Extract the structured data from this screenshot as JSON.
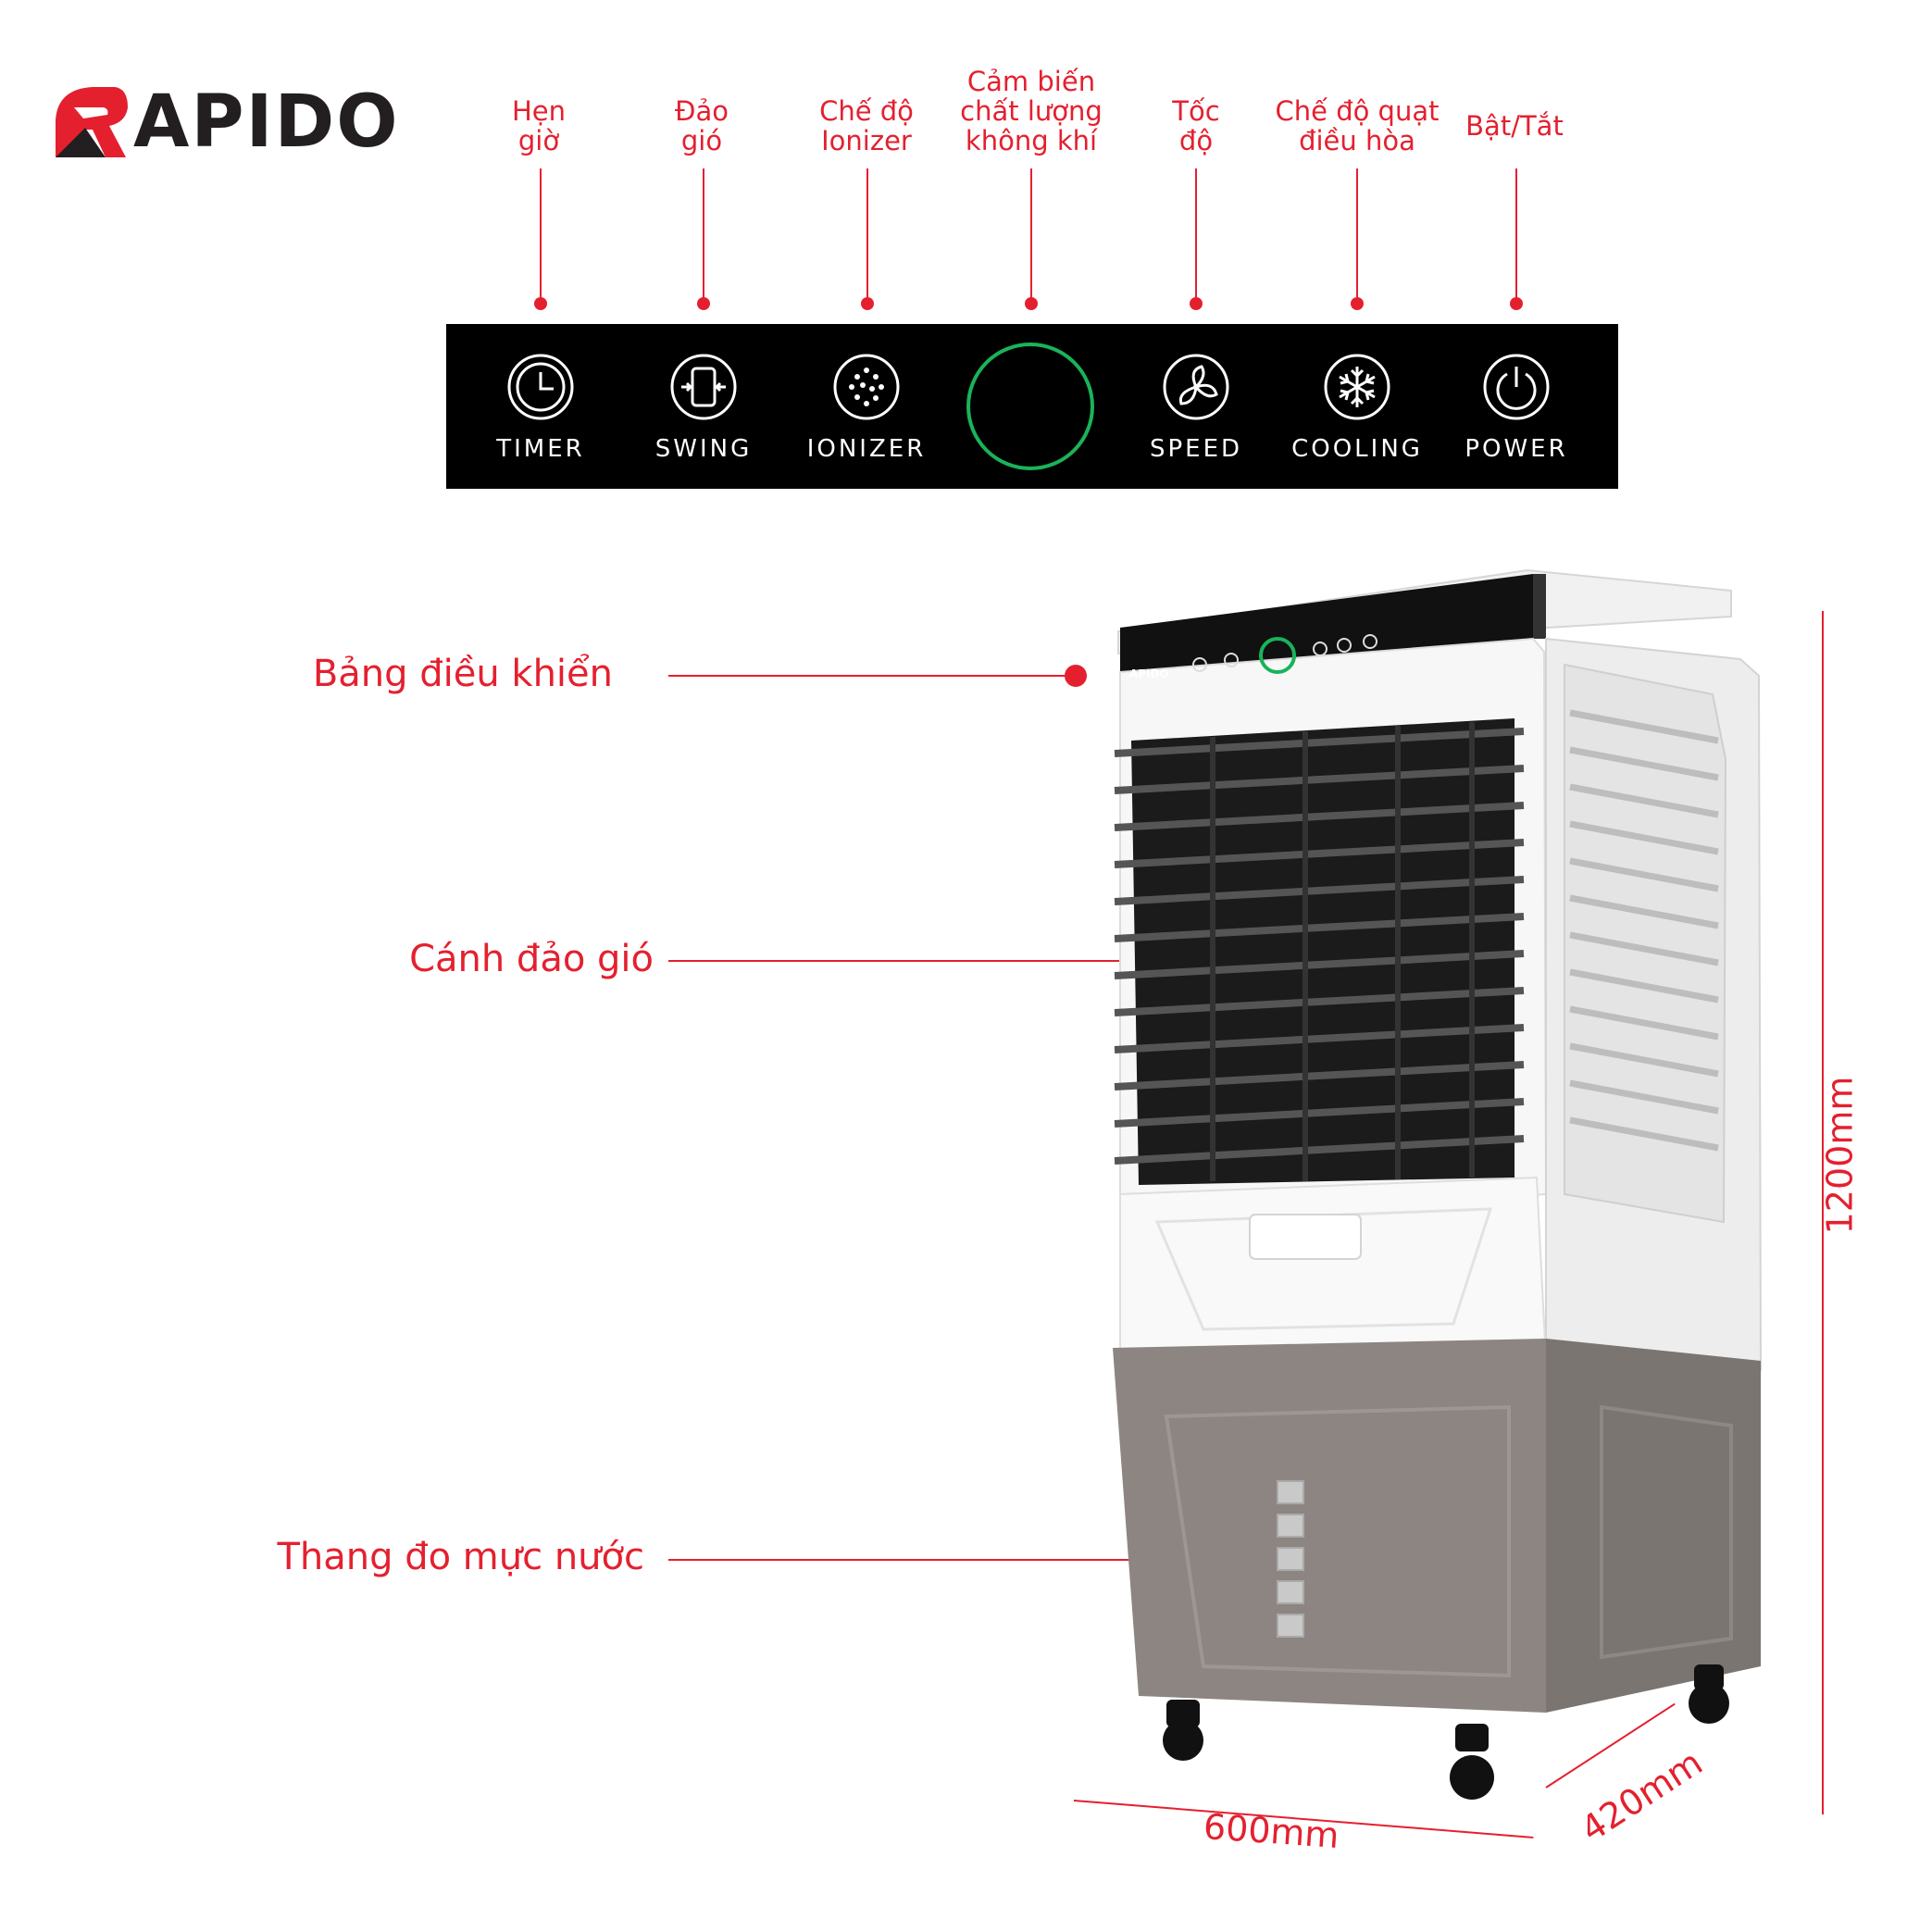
{
  "brand": {
    "name": "APIDO",
    "color": "#e4202f"
  },
  "callouts": [
    {
      "label": "Hẹn\ngiờ"
    },
    {
      "label": "Đảo\ngió"
    },
    {
      "label": "Chế độ\nIonizer"
    },
    {
      "label": "Cảm biến\nchất lượng\nkhông khí"
    },
    {
      "label": "Tốc\nđộ"
    },
    {
      "label": "Chế độ quạt\nđiều hòa"
    },
    {
      "label": "Bật/Tắt"
    }
  ],
  "control_panel": {
    "buttons": [
      {
        "label": "TIMER",
        "icon": "clock-icon"
      },
      {
        "label": "SWING",
        "icon": "swing-icon"
      },
      {
        "label": "IONIZER",
        "icon": "ionizer-icon"
      },
      {
        "label": "",
        "icon": "air-quality-sensor-ring"
      },
      {
        "label": "SPEED",
        "icon": "fan-icon"
      },
      {
        "label": "COOLING",
        "icon": "snowflake-icon"
      },
      {
        "label": "POWER",
        "icon": "power-icon"
      }
    ],
    "sensor_color": "#19b35a"
  },
  "product_labels": [
    {
      "label": "Bảng điều khiển"
    },
    {
      "label": "Cánh đảo gió"
    },
    {
      "label": "Thang đo mực nước"
    }
  ],
  "dimensions": {
    "width": "600mm",
    "depth": "420mm",
    "height": "1200mm"
  },
  "product_logo": "APIDO"
}
